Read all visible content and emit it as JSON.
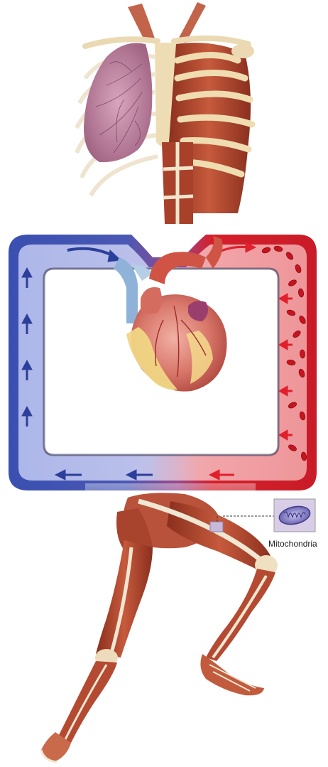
{
  "diagram": {
    "callout": {
      "label": "Mitochondria"
    },
    "colors": {
      "deoxygenated": "#3a4fb0",
      "deoxygenated_light": "#aab4ea",
      "oxygenated": "#d41f2a",
      "oxygenated_light": "#f3a0a4",
      "muscle": "#b84a2f",
      "muscle_dark": "#8a2f1e",
      "tendon": "#efe7d2",
      "bone": "#eedcb4",
      "lung": "#b77a98",
      "heart": "#c9544a",
      "heart_fat": "#f0d684",
      "mito": "#6a66b8"
    },
    "parts": [
      "rib-cage",
      "lung",
      "chest-muscles",
      "circulation-loop",
      "heart",
      "red-blood-cells",
      "running-leg-muscles",
      "mitochondria-inset"
    ]
  }
}
